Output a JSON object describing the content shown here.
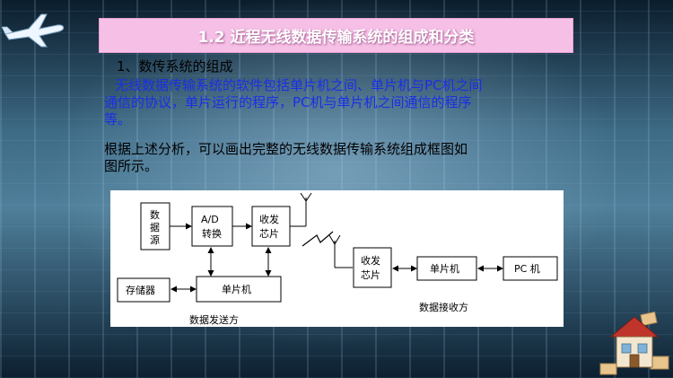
{
  "slide": {
    "title": "1.2 近程无线数据传输系统的组成和分类",
    "heading": "1、数传系统的组成",
    "para_blue_line1": "无线数据传输系统的软件包括单片机之间、单片机与PC机之间",
    "para_blue_line2": "通信的协议，单片运行的程序，PC机与单片机之间通信的程序",
    "para_blue_line3": "等。",
    "para_black_line1": "根据上述分析，可以画出完整的无线数据传输系统组成框图如",
    "para_black_line2": "图所示。"
  },
  "diagram": {
    "data_source_1": "数",
    "data_source_2": "据",
    "data_source_3": "源",
    "ad_1": "A/D",
    "ad_2": "转换",
    "tx_chip_1": "收发",
    "tx_chip_2": "芯片",
    "memory": "存储器",
    "mcu_tx": "单片机",
    "rx_chip_1": "收发",
    "rx_chip_2": "芯片",
    "mcu_rx": "单片机",
    "pc": "PC 机",
    "tx_label": "数据发送方",
    "rx_label": "数据接收方"
  },
  "colors": {
    "title_bg": "#f6bfe6",
    "blue_text": "#1a2ee8"
  },
  "icons": {
    "top_left": "airplane-icon",
    "bottom_right": "house-icon"
  }
}
